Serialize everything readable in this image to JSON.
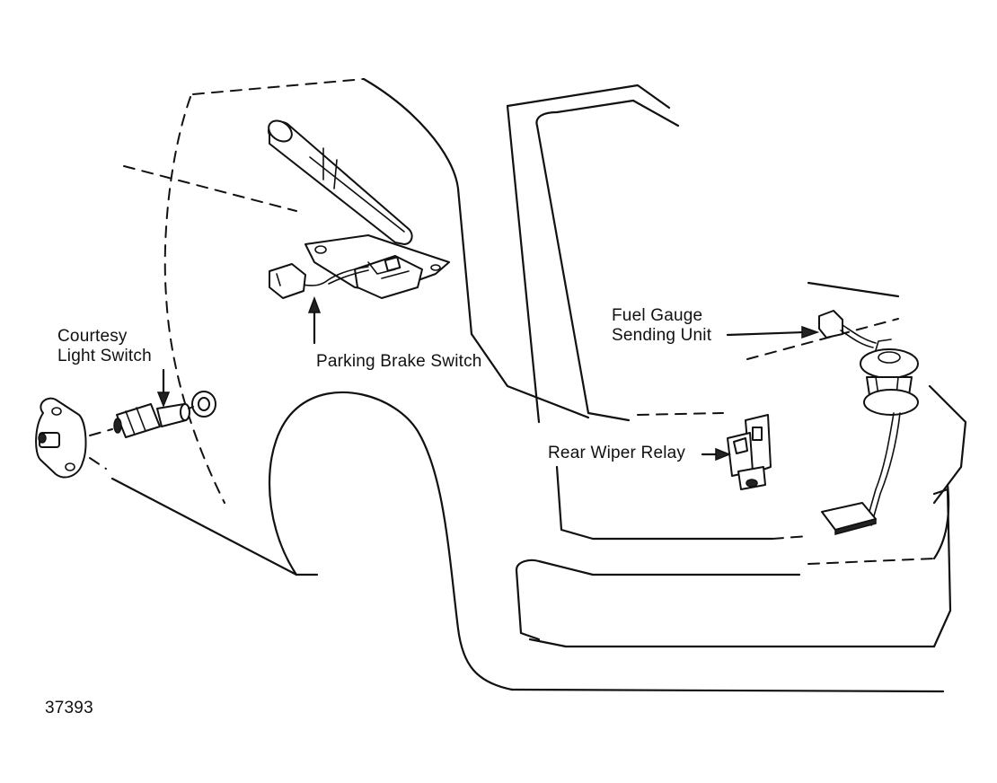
{
  "labels": {
    "courtesy_line1": "Courtesy",
    "courtesy_line2": "Light Switch",
    "parking_brake": "Parking Brake Switch",
    "fuel_line1": "Fuel Gauge",
    "fuel_line2": "Sending Unit",
    "rear_wiper": "Rear Wiper Relay",
    "figure_number": "37393"
  }
}
